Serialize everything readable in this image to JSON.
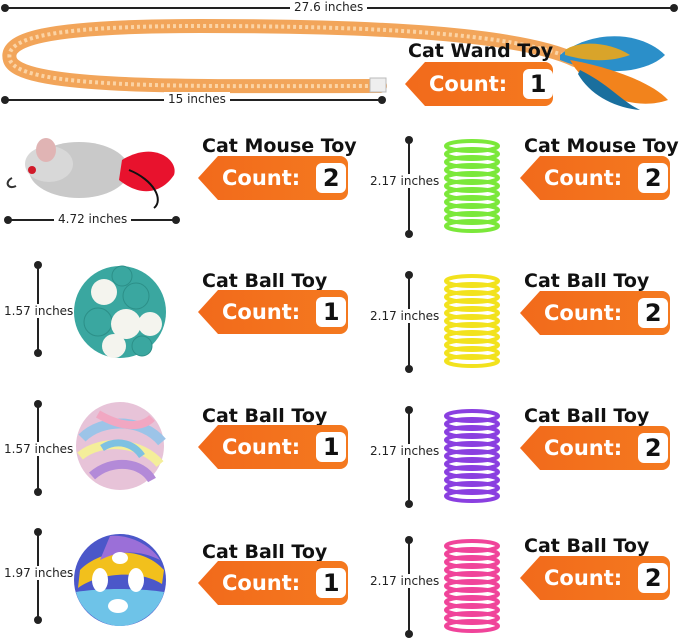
{
  "wand": {
    "total_length": "27.6 inches",
    "rod_length": "15 inches",
    "title": "Cat Wand Toy",
    "count_label": "Count:",
    "count": "1"
  },
  "mouse": {
    "title": "Cat Mouse Toy",
    "count_label": "Count:",
    "count": "2",
    "size": "4.72 inches"
  },
  "springs": [
    {
      "title": "Cat Mouse Toy",
      "count_label": "Count:",
      "count": "2",
      "size": "2.17 inches",
      "color": "#7be83a"
    },
    {
      "title": "Cat Ball Toy",
      "count_label": "Count:",
      "count": "2",
      "size": "2.17 inches",
      "color": "#f2e21d"
    },
    {
      "title": "Cat Ball Toy",
      "count_label": "Count:",
      "count": "2",
      "size": "2.17 inches",
      "color": "#8a3fe0"
    },
    {
      "title": "Cat Ball Toy",
      "count_label": "Count:",
      "count": "2",
      "size": "2.17 inches",
      "color": "#f0449a"
    }
  ],
  "balls": [
    {
      "title": "Cat Ball Toy",
      "count_label": "Count:",
      "count": "1",
      "size": "1.57 inches"
    },
    {
      "title": "Cat Ball Toy",
      "count_label": "Count:",
      "count": "1",
      "size": "1.57 inches"
    },
    {
      "title": "Cat Ball Toy",
      "count_label": "Count:",
      "count": "1",
      "size": "1.97 inches"
    }
  ],
  "colors": {
    "badge": "#f26a1b",
    "wand_tube": "#f2a55a",
    "ball_teal": "#3aa7a0"
  }
}
